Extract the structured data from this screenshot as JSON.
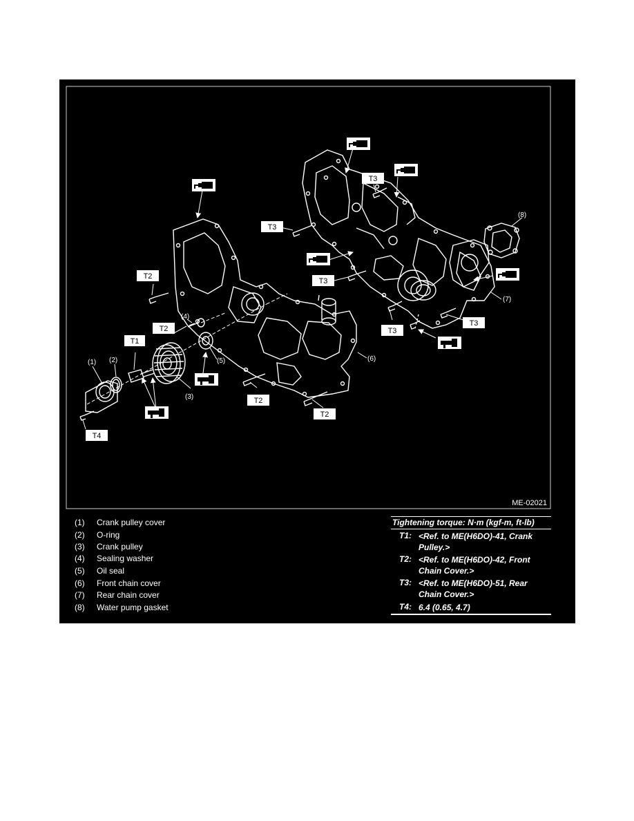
{
  "figure": {
    "code": "ME-02021",
    "callouts": {
      "c1": "(1)",
      "c2": "(2)",
      "c3": "(3)",
      "c4": "(4)",
      "c5": "(5)",
      "c6": "(6)",
      "c7": "(7)",
      "c8": "(8)"
    },
    "torque_tags": {
      "t1": "T1",
      "t2": "T2",
      "t3": "T3",
      "t4": "T4"
    }
  },
  "legend": [
    {
      "num": "(1)",
      "text": "Crank pulley cover"
    },
    {
      "num": "(2)",
      "text": "O-ring"
    },
    {
      "num": "(3)",
      "text": "Crank pulley"
    },
    {
      "num": "(4)",
      "text": "Sealing washer"
    },
    {
      "num": "(5)",
      "text": "Oil seal"
    },
    {
      "num": "(6)",
      "text": "Front chain cover"
    },
    {
      "num": "(7)",
      "text": "Rear chain cover"
    },
    {
      "num": "(8)",
      "text": "Water pump gasket"
    }
  ],
  "torque": {
    "heading": "Tightening torque: N·m (kgf-m, ft-lb)",
    "rows": [
      {
        "key": "T1:",
        "value": "<Ref. to ME(H6DO)-41, Crank Pulley.>"
      },
      {
        "key": "T2:",
        "value": "<Ref. to ME(H6DO)-42, Front Chain Cover.>"
      },
      {
        "key": "T3:",
        "value": "<Ref. to ME(H6DO)-51, Rear Chain Cover.>"
      },
      {
        "key": "T4:",
        "value": "6.4 (0.65, 4.7)"
      }
    ]
  },
  "colors": {
    "background": "#000000",
    "foreground": "#ffffff"
  }
}
